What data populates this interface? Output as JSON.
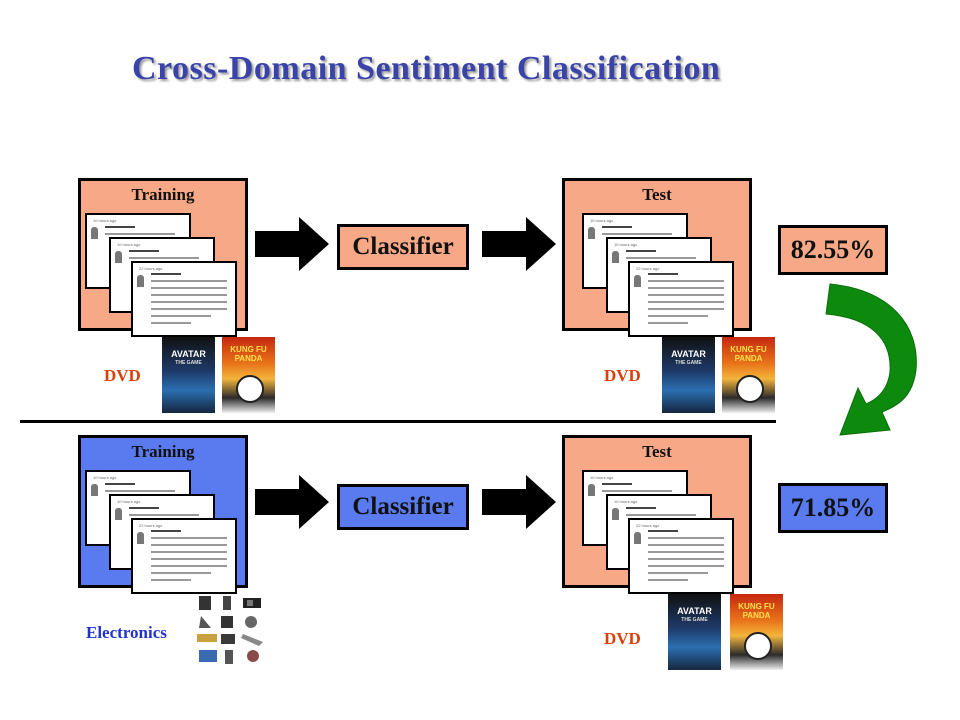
{
  "title": "Cross-Domain Sentiment Classification",
  "colors": {
    "source_dvd": "#f7a987",
    "source_electronics": "#5a7af0",
    "title": "#3a44a8",
    "dvd_label": "#d9400c",
    "electronics_label": "#2233cc",
    "curved_arrow": "#0d8a0d"
  },
  "rows": [
    {
      "training": {
        "label": "Training",
        "domain": "DVD"
      },
      "classifier": "Classifier",
      "test": {
        "label": "Test",
        "domain": "DVD"
      },
      "accuracy": "82.55%"
    },
    {
      "training": {
        "label": "Training",
        "domain": "Electronics"
      },
      "classifier": "Classifier",
      "test": {
        "label": "Test",
        "domain": "DVD"
      },
      "accuracy": "71.85%"
    }
  ],
  "covers": {
    "avatar": {
      "title": "AVATAR",
      "subtitle": "THE GAME"
    },
    "panda": {
      "title": "KUNG FU PANDA"
    }
  },
  "icons": {
    "curved_arrow": "curved-down-arrow-icon",
    "flow_arrow": "right-arrow-icon",
    "gadgets": "electronics-products-icon"
  }
}
